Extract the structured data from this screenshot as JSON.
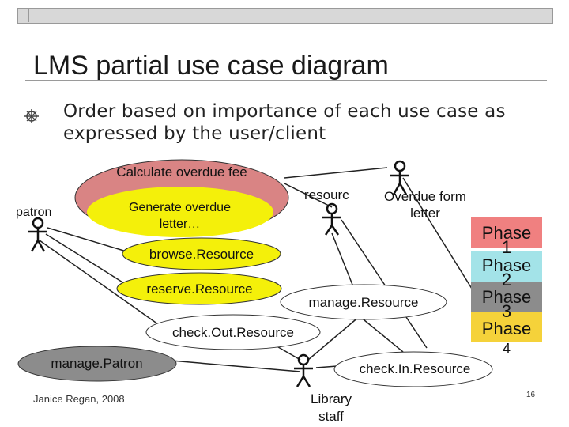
{
  "slide": {
    "title": "LMS partial use case diagram",
    "bullet": "Order based on importance of each use case as expressed by the user/client",
    "bullet_icon": "snowflake-bullet-icon",
    "footer_author": "Janice Regan, 2008",
    "page_number": "16"
  },
  "actors": {
    "patron": "patron",
    "resource_actor": "resourc",
    "overdue_actor": "Overdue form letter",
    "library_staff": "Library staff"
  },
  "use_cases": {
    "calculate_overdue_fee": "Calculate overdue fee",
    "generate_overdue_letter": "Generate overdue letter…",
    "browse_resource": "browse.Resource",
    "reserve_resource": "reserve.Resource",
    "manage_resource": "manage.Resource",
    "check_out_resource": "check.Out.Resource",
    "manage_patron": "manage.Patron",
    "check_in_resource": "check.In.Resource"
  },
  "phases": [
    {
      "label": "Phase",
      "num": "1",
      "color": "#f08080"
    },
    {
      "label": "Phase",
      "num": "2",
      "color": "#a3e3e8"
    },
    {
      "label": "Phase",
      "num": "3",
      "color": "#8c8c8c"
    },
    {
      "label": "Phase",
      "num": "4",
      "color": "#f5d23a"
    }
  ],
  "colors": {
    "phase1": "#d98484",
    "phase2": "#a3e3e8",
    "phase3": "#8c8c8c",
    "phase4": "#f4f00a",
    "check_in": "#f08080",
    "manage_resource": "#a3e3e8"
  }
}
